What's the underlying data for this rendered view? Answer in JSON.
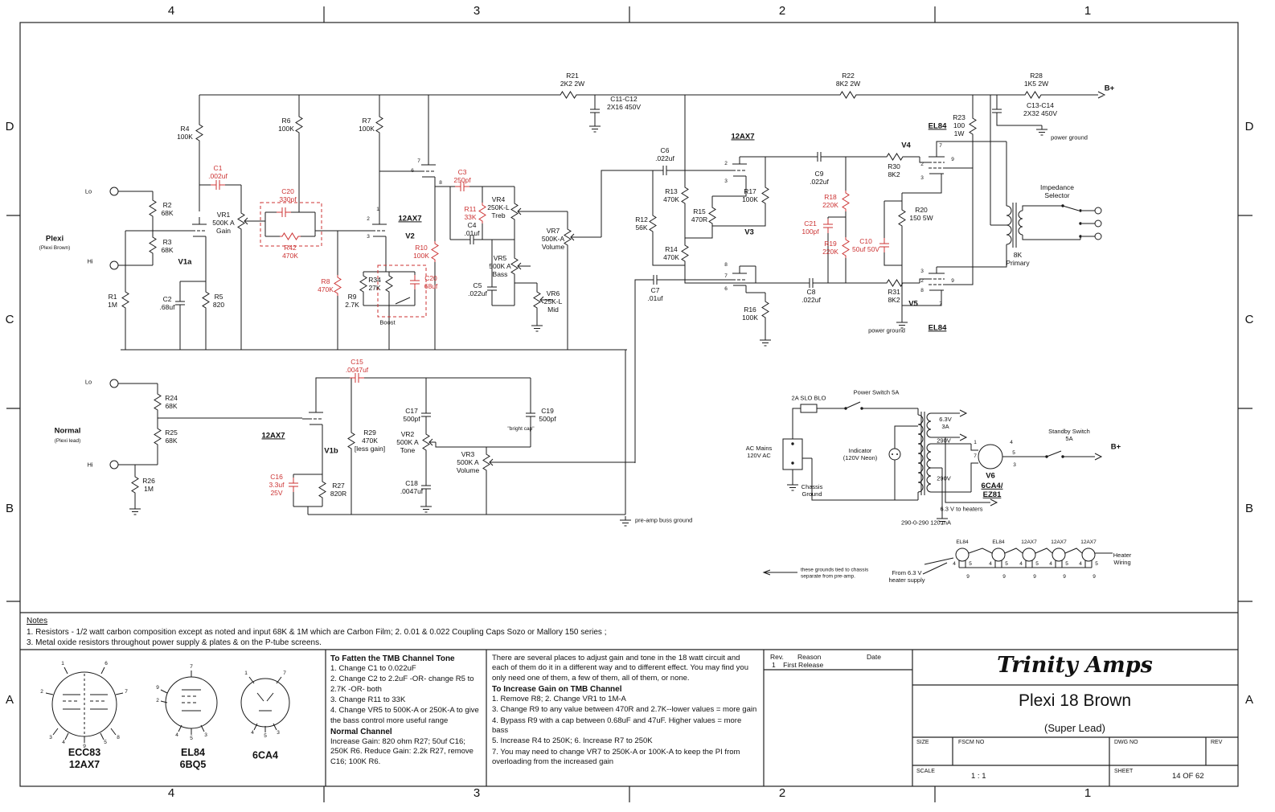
{
  "zones": {
    "top": [
      "4",
      "3",
      "2",
      "1"
    ],
    "left": [
      "D",
      "C",
      "B",
      "A"
    ]
  },
  "pins": {
    "p1": "1",
    "p2": "2",
    "p3": "3",
    "p4": "4",
    "p5": "5",
    "p6": "6",
    "p7": "7",
    "p8": "8",
    "p9": "9"
  },
  "labels": {
    "r21": "R21\n2K2 2W",
    "c11": "C11-C12\n2X16 450V",
    "r22": "R22\n8K2 2W",
    "r28": "R28\n1K5 2W",
    "bplus_top": "B+",
    "c13": "C13-C14\n2X32 450V",
    "r23": "R23\n100\n1W",
    "pgnd_top": "power ground",
    "el84_v4": "EL84",
    "v4": "V4",
    "v3_tube": "12AX7",
    "c6": "C6\n.022uf",
    "lo1": "Lo",
    "hi1": "Hi",
    "plexi": "Plexi",
    "plexi_sub": "(Plexi Brown)",
    "v1a": "V1a",
    "r2": "R2\n68K",
    "r3": "R3\n68K",
    "r1": "R1\n1M",
    "c2": "C2\n.68uf",
    "r5": "R5\n820",
    "c1": "C1\n.002uf",
    "vr1": "VR1\n500K A\nGain",
    "c20a": "C20\n330pf",
    "r42": "R42\n470K",
    "v2_tube": "12AX7",
    "v2": "V2",
    "r10": "R10\n100K",
    "r11": "R11\n33K",
    "c3": "C3\n250pf",
    "c4": "C4\n.01uf",
    "vr4": "VR4\n250K-L\nTreb",
    "vr5": "VR5\n500K A\nBass",
    "c5": "C5\n.022uf",
    "vr6": "VR6\n25K-L\nMid",
    "vr7": "VR7\n500K-A\nVolume",
    "r8": "R8\n470K",
    "r9": "R9\n2.7K",
    "r34": "R34\n27K",
    "c20b": "C20\n68uf",
    "boost": "Boost",
    "r12": "R12\n56K",
    "r13": "R13\n470K",
    "r14": "R14\n470K",
    "r15": "R15\n470R",
    "v3": "V3",
    "r17": "R17\n100K",
    "r16": "R16\n100K",
    "c7": "C7\n.01uf",
    "c9": "C9\n.022uf",
    "r18": "R18\n220K",
    "c21": "C21\n100pf",
    "r19": "R19\n220K",
    "c10": "C10\n50uf 50V",
    "r20": "R20\n150 5W",
    "r30": "R30\n8K2",
    "r31": "R31\n8K2",
    "c8": "C8\n.022uf",
    "pgnd_bot": "power ground",
    "el84_v5": "EL84",
    "v5": "V5",
    "imps": "Impedance\nSelector",
    "primary8k": "8K\nPrimary",
    "lo2": "Lo",
    "hi2": "Hi",
    "normal": "Normal",
    "normal_sub": "(Plexi lead)",
    "r24": "R24\n68K",
    "r25": "R25\n68K",
    "r26": "R26\n1M",
    "v1b_tube": "12AX7",
    "v1b": "V1b",
    "c15": "C15\n.0047uf",
    "r29": "R29\n470K\n[less gain]",
    "c17": "C17\n500pf",
    "vr2": "VR2\n500K A\nTone",
    "c18": "C18\n.0047uf",
    "c19": "C19\n500pf",
    "bright": "\"bright cap\"",
    "vr3": "VR3\n500K A\nVolume",
    "c16": "C16\n3.3uf\n25V",
    "r27": "R27\n820R",
    "preamp_gnd": "pre-amp buss ground",
    "r4": "R4\n100K",
    "r6": "R6\n100K",
    "r7": "R7\n100K",
    "fuse": "2A SLO BLO",
    "pwrsw": "Power Switch  5A",
    "acmains": "AC Mains\n120V AC",
    "indicator": "Indicator\n(120V Neon)",
    "chgnd": "Chassis\nGround",
    "v63": "6.3V\n3A",
    "v290a": "290V",
    "v290b": "290V",
    "standby": "Standby Switch\n5A",
    "bplus2": "B+",
    "v6": "V6",
    "v6sub": "6CA4/\nEZ81",
    "heaters63": "6.3 V to heaters",
    "ct": "290-0-290 120 mA",
    "gndnote": "these grounds tied to chassis\nseparate from pre-amp.",
    "fromheater": "From 6.3 V\nheater supply",
    "heaterwiring": "Heater\nWiring",
    "ht1": "EL84",
    "ht2": "EL84",
    "ht3": "12AX7",
    "ht4": "12AX7",
    "ht5": "12AX7",
    "ecc83": "ECC83\n12AX7",
    "el84b": "EL84\n6BQ5",
    "c6ca4": "6CA4"
  },
  "notes": {
    "title": "Notes",
    "line1": "1. Resistors - 1/2 watt carbon composition  except as noted and input 68K & 1M which are Carbon Film;  2. 0.01 & 0.022 Coupling Caps Sozo or Mallory 150 series ;",
    "line2": "3. Metal oxide resistors throughout power supply & plates & on the P-tube screens."
  },
  "mods_tmb": {
    "title": "To Fatten the TMB Channel Tone",
    "l1": "1.  Change C1 to 0.022uF",
    "l2": "2.  Change C2 to 2.2uF -OR- change R5 to 2.7K -OR- both",
    "l3": "3.  Change R11 to 33K",
    "l4": "4.  Change VR5 to 500K-A or 250K-A to give the bass control more useful range",
    "sub": "Normal Channel",
    "l5": "Increase Gain: 820 ohm R27; 50uf C16; 250K R6.  Reduce Gain: 2.2k R27, remove C16; 100K R6."
  },
  "mods_gain": {
    "intro": "There are several places to adjust gain and tone in the 18 watt  circuit and each of them do it in a different way and to different effect. You may find you only need one of them, a few of them, all of them, or none.",
    "title": "To Increase Gain on TMB Channel",
    "l1": "1.  Remove R8;   2.  Change VR1 to 1M-A",
    "l2": "3.  Change R9 to any value between 470R and 2.7K--lower values = more gain",
    "l3": "4.  Bypass R9 with a cap between 0.68uF and 47uF. Higher values = more bass",
    "l4": "5.  Increase R4 to 250K;  6.  Increase R7 to 250K",
    "l5": "7.  You may need to change VR7 to 250K-A or 100K-A to keep the PI from overloading from the increased gain"
  },
  "revisions": {
    "rev": "Rev.",
    "reason": "Reason",
    "date": "Date",
    "entry": "1    First Release"
  },
  "titleblock": {
    "brand": "Trinity Amps",
    "title": "Plexi 18 Brown",
    "subtitle": "(Super Lead)",
    "size": "SIZE",
    "fscm": "FSCM NO",
    "dwg": "DWG NO",
    "rev": "REV",
    "scale": "SCALE",
    "scale_value": "1 : 1",
    "sheet": "SHEET",
    "sheet_value": "14 OF 62"
  }
}
